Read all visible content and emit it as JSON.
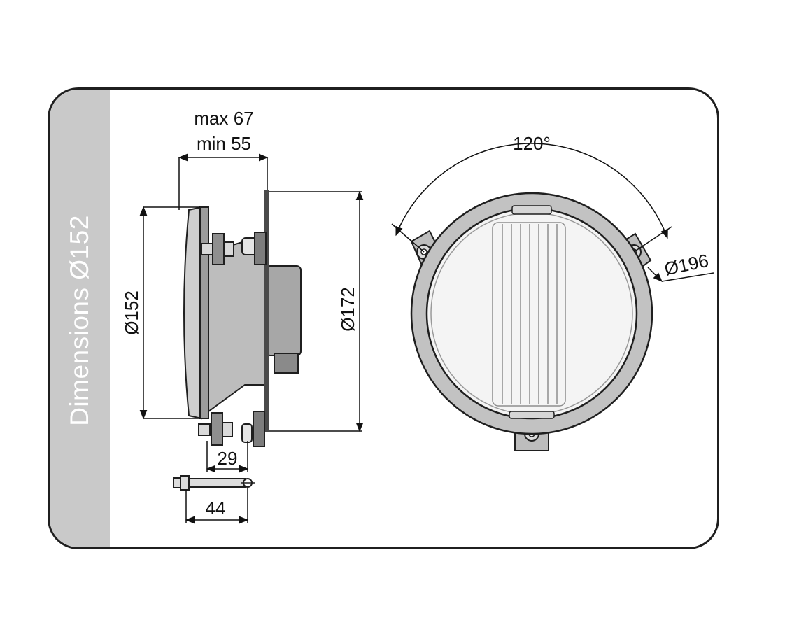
{
  "side_title": "Dimensions Ø152",
  "labels": {
    "max_depth": "max 67",
    "min_depth": "min 55",
    "lens_diameter": "Ø152",
    "body_diameter": "Ø172",
    "bracket_29": "29",
    "bolt_44": "44",
    "angle": "120°",
    "outer_diameter": "Ø196"
  },
  "colors": {
    "outline": "#1f1f1f",
    "band": "#c9c9c9",
    "ring": "#bdbdbd",
    "housing": "#a7a7a7",
    "dark_part": "#8a8a8a"
  }
}
